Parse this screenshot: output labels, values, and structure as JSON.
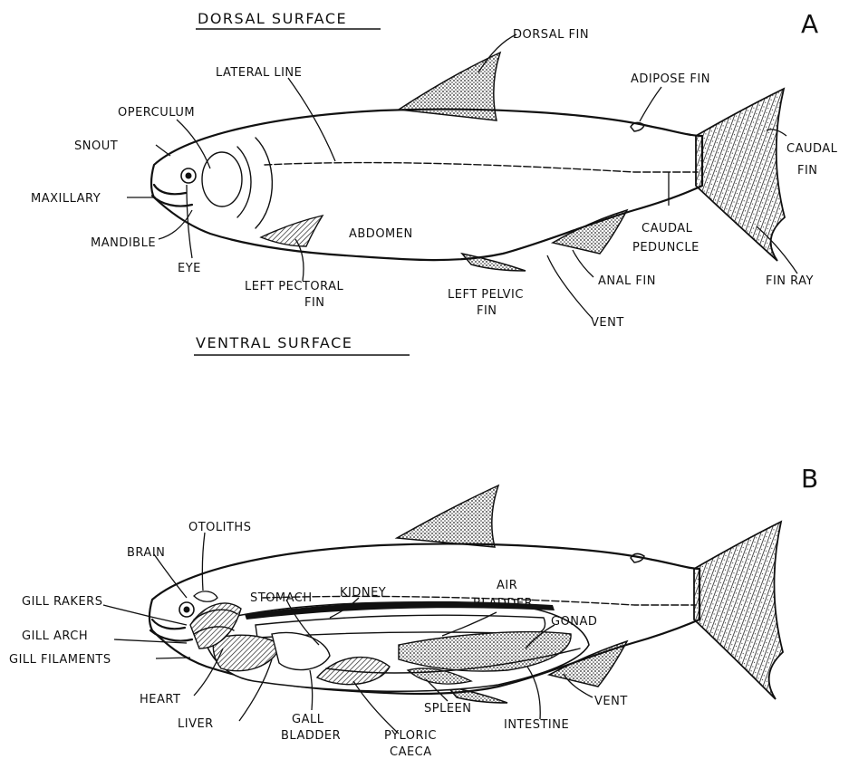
{
  "panel_a": {
    "letter": "A",
    "dorsal_heading": "DORSAL  SURFACE",
    "ventral_heading": "VENTRAL  SURFACE",
    "labels": {
      "dorsal_fin": "DORSAL FIN",
      "adipose_fin": "ADIPOSE FIN",
      "lateral_line": "LATERAL LINE",
      "operculum": "OPERCULUM",
      "snout": "SNOUT",
      "caudal_fin_1": "CAUDAL",
      "caudal_fin_2": "FIN",
      "maxillary": "MAXILLARY",
      "mandible": "MANDIBLE",
      "eye": "EYE",
      "abdomen": "ABDOMEN",
      "caudal_peduncle_1": "CAUDAL",
      "caudal_peduncle_2": "PEDUNCLE",
      "left_pectoral_fin_1": "LEFT PECTORAL",
      "left_pectoral_fin_2": "FIN",
      "left_pelvic_fin_1": "LEFT PELVIC",
      "left_pelvic_fin_2": "FIN",
      "anal_fin": "ANAL FIN",
      "fin_ray": "FIN RAY",
      "vent": "VENT"
    }
  },
  "panel_b": {
    "letter": "B",
    "labels": {
      "otoliths": "OTOLITHS",
      "brain": "BRAIN",
      "gill_rakers": "GILL RAKERS",
      "stomach": "STOMACH",
      "kidney": "KIDNEY",
      "air_bladder_1": "AIR",
      "air_bladder_2": "BLADDER",
      "gonad": "GONAD",
      "gill_arch": "GILL ARCH",
      "gill_filaments": "GILL FILAMENTS",
      "heart": "HEART",
      "liver": "LIVER",
      "gall_bladder_1": "GALL",
      "gall_bladder_2": "BLADDER",
      "pyloric_caeca_1": "PYLORIC",
      "pyloric_caeca_2": "CAECA",
      "spleen": "SPLEEN",
      "intestine": "INTESTINE",
      "vent": "VENT"
    }
  },
  "colors": {
    "ink": "#111111",
    "stipple": "#555555",
    "background": "#ffffff"
  }
}
